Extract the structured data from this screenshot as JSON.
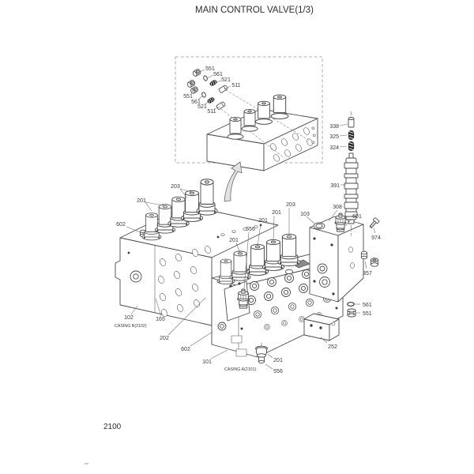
{
  "page": {
    "title": "MAIN CONTROL VALVE(1/3)",
    "figure_number": "2100"
  },
  "captions": {
    "casing_a": "CASING A(2101)",
    "casing_b": "CASING B(2102)"
  },
  "callouts": [
    {
      "text": "551"
    },
    {
      "text": "561"
    },
    {
      "text": "521"
    },
    {
      "text": "511"
    },
    {
      "text": "551"
    },
    {
      "text": "561"
    },
    {
      "text": "521"
    },
    {
      "text": "511"
    },
    {
      "text": "338"
    },
    {
      "text": "325"
    },
    {
      "text": "324"
    },
    {
      "text": "391"
    },
    {
      "text": "308"
    },
    {
      "text": "601"
    },
    {
      "text": "974"
    },
    {
      "text": "357"
    },
    {
      "text": "561"
    },
    {
      "text": "551"
    },
    {
      "text": "252"
    },
    {
      "text": "203"
    },
    {
      "text": "201"
    },
    {
      "text": "602"
    },
    {
      "text": "102"
    },
    {
      "text": "165"
    },
    {
      "text": "202"
    },
    {
      "text": "602"
    },
    {
      "text": "101"
    },
    {
      "text": "201"
    },
    {
      "text": "556"
    },
    {
      "text": "556"
    },
    {
      "text": "201"
    },
    {
      "text": "201"
    },
    {
      "text": "201"
    },
    {
      "text": "203"
    },
    {
      "text": "103"
    }
  ],
  "colors": {
    "background": "#ffffff",
    "line": "#4a4a4a",
    "text": "#3a3a3a",
    "leader": "#6f6f6f",
    "spring_fill": "#2e2e2e",
    "arrow_fill": "#e2e2e2",
    "plate_fill": "#8c8c8c",
    "inset_border": "#999999"
  }
}
